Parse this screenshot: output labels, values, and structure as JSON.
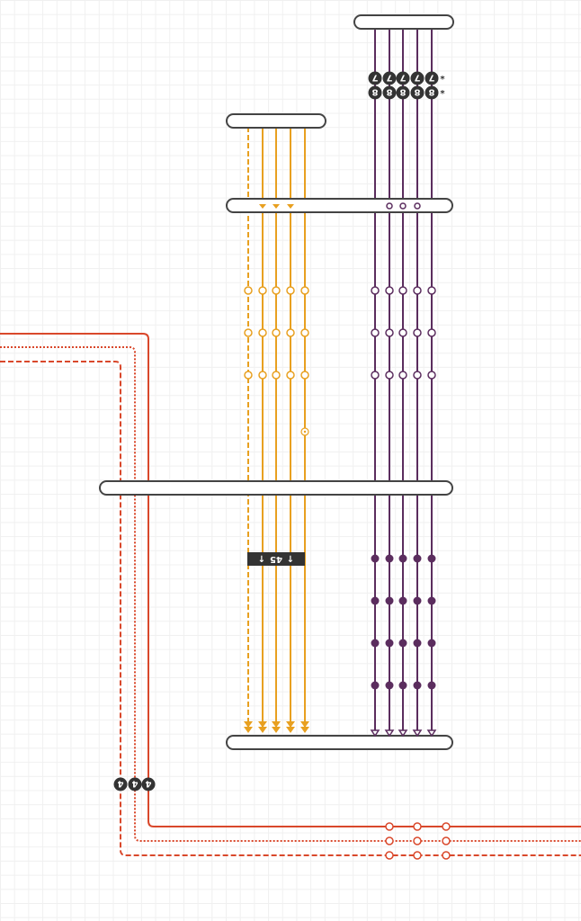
{
  "colors": {
    "purple": "#5b2d5e",
    "orange": "#e8a020",
    "red": "#d9482b",
    "station": "#444444",
    "badge": "#333333"
  },
  "purple_badges": {
    "top": "7",
    "bottom": "8",
    "note": "*"
  },
  "orange_label": "45",
  "red_badge": "4"
}
